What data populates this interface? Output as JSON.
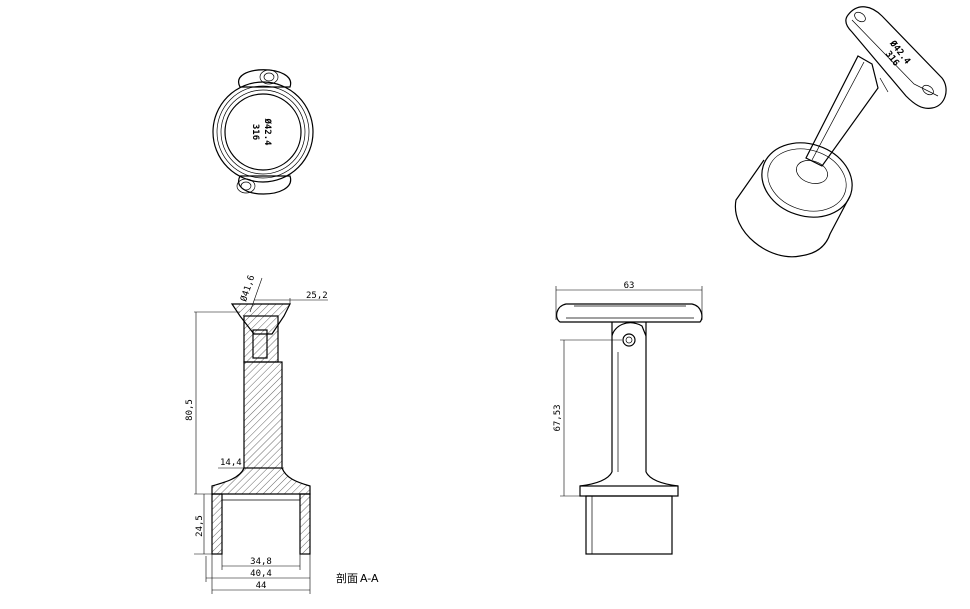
{
  "top_view": {
    "label_line1": "Ø42.4",
    "label_line2": "316"
  },
  "iso_view": {
    "label_line1": "Ø42.4",
    "label_line2": "316"
  },
  "section_view": {
    "dims": {
      "tube_diameter": "Ø41,6",
      "plate_width": "25,2",
      "overall_height": "80,5",
      "stem_diameter": "14,4",
      "cup_height": "24,5",
      "cup_inner": "34,8",
      "cup_mid": "40,4",
      "cup_outer": "44"
    },
    "section_mark": "剖面",
    "section_name": "A-A"
  },
  "front_view": {
    "dims": {
      "plate_length": "63",
      "height": "67,53"
    }
  },
  "colors": {
    "line": "#000000",
    "background": "#ffffff"
  }
}
